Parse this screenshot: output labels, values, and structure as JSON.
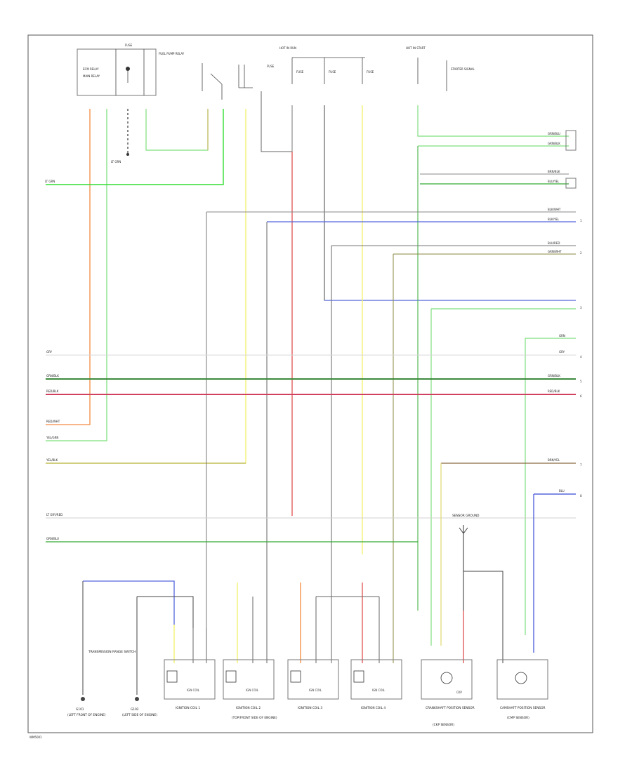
{
  "page": {
    "footer_code": "WM5001"
  },
  "header": {
    "hot_run": "HOT IN RUN",
    "hot_start": "HOT IN START",
    "fuse_small": "FUSE",
    "fuse_relay": "FUEL PUMP RELAY",
    "ecm": "ECM RELAY",
    "main_relay": "MAIN RELAY",
    "fuse_a": "FUSE",
    "fuse_b": "FUSE",
    "fuse_c": "FUSE",
    "fuse_d": "FUSE",
    "start_signal": "STARTER SIGNAL"
  },
  "left_labels": {
    "top_green": "LT GRN",
    "gray": "GRY",
    "green_black": "GRN/BLK",
    "red_wht": "RED/WHT",
    "red_blk": "RED/BLK",
    "yel_grn": "YEL/GRN",
    "yel_blk": "YEL/BLK",
    "lt_gray": "LT GRY/RED",
    "grn_blu": "GRN/BLU"
  },
  "right_labels": {
    "r1": "GRN/BLU",
    "r2": "GRN/BLK",
    "r3": "BRN/BLK",
    "r4": "BLU/YEL",
    "r5": "BLK/WHT",
    "r6": "BLK/YEL",
    "r7": "BLU/RED",
    "r8": "GRN/WHT",
    "r9": "GRN",
    "r10": "GRY",
    "r11": "GRN/BLK",
    "r12": "RED/BLK",
    "r13": "BRN/YEL",
    "r14": "BLU"
  },
  "right_pins": {
    "p1": "1",
    "p2": "2",
    "p3": "3",
    "p4": "4",
    "p5": "5",
    "p6": "6",
    "p7": "7",
    "p8": "8"
  },
  "components": {
    "ignition_coil_1": "IGNITION COIL 1",
    "ignition_coil_2": "IGNITION COIL 2",
    "ignition_coil_3": "IGNITION COIL 3",
    "ignition_coil_4": "IGNITION COIL 4",
    "coil_group": "(TOP/FRONT SIDE OF ENGINE)",
    "crank_sensor": "CRANKSHAFT POSITION SENSOR",
    "crank_sensor_note": "(CKP SENSOR)",
    "cam_sensor": "CAMSHAFT POSITION SENSOR",
    "cam_sensor_note": "(CMP SENSOR)",
    "ground_left": "G101",
    "ground_right": "G102",
    "ground_left_note": "(LEFT FRONT OF ENGINE)",
    "ground_right_note": "(LEFT SIDE OF ENGINE)",
    "transmission_shift": "TRANSMISSION RANGE SWITCH",
    "sensor_ground": "SENSOR GROUND",
    "ckp_connector": "CKP",
    "ic_label": "IGN COIL"
  },
  "colors": {
    "orange": "#f48a40",
    "light_green": "#7ee07e",
    "bright_green": "#33dd33",
    "yellow": "#f2f26a",
    "red": "#e05050",
    "pink_red": "#d04060",
    "blue": "#5566dd",
    "gray": "#888888",
    "dark_gray": "#555555",
    "olive": "#b6b24a",
    "brown": "#8a6a40",
    "dark_green": "#3d8a3d"
  }
}
